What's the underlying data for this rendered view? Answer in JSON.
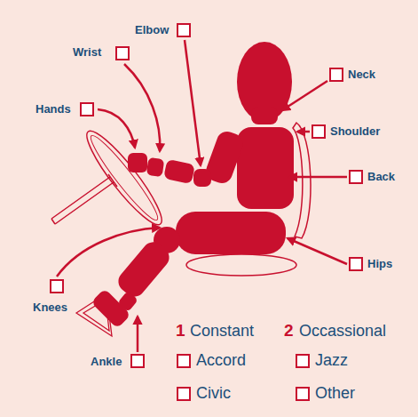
{
  "diagram": {
    "labels": [
      "Elbow",
      "Wrist",
      "Neck",
      "Hands",
      "Shoulder",
      "Back",
      "Hips",
      "Knees",
      "Ankle",
      "1",
      "Constant",
      "2",
      "Occassional",
      "Accord",
      "Jazz",
      "Civic",
      "Other"
    ]
  }
}
